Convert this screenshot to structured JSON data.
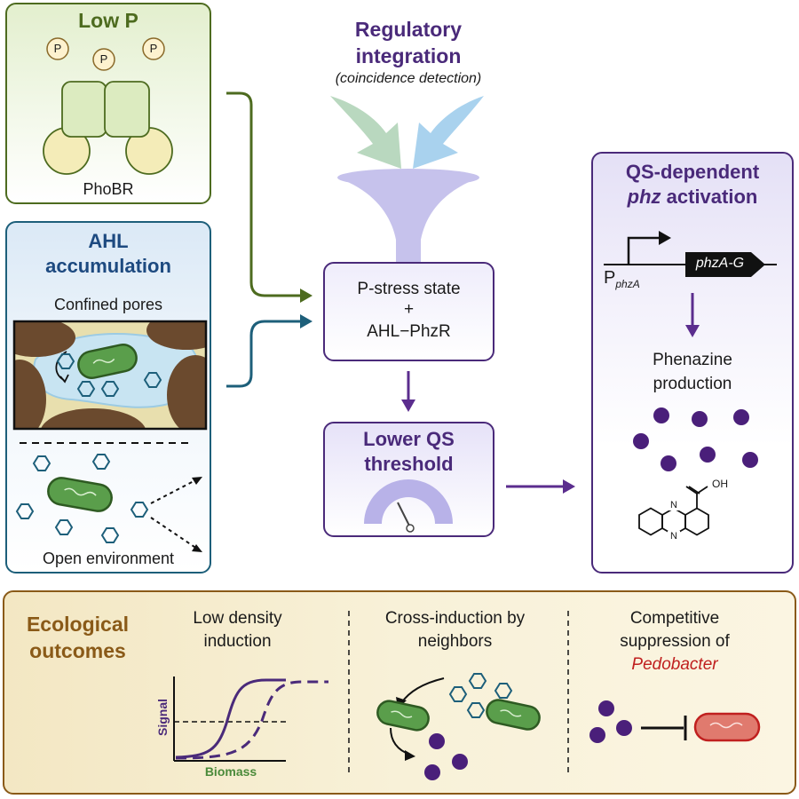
{
  "low_p": {
    "title": "Low P",
    "phosphate_label": "P",
    "receptor_label": "PhoBR"
  },
  "ahl": {
    "title_line1": "AHL",
    "title_line2": "accumulation",
    "confined_label": "Confined pores",
    "open_label": "Open environment"
  },
  "regulatory": {
    "title_line1": "Regulatory",
    "title_line2": "integration",
    "subtitle": "(coincidence detection)"
  },
  "integration_box": {
    "line1": "P-stress state",
    "plus": "+",
    "line2": "AHL−PhzR"
  },
  "threshold_box": {
    "line1": "Lower QS",
    "line2": "threshold"
  },
  "qs_panel": {
    "title_line1": "QS-dependent",
    "title_phz": "phz",
    "title_activation": " activation",
    "promoter_p": "P",
    "promoter_sub": "phzA",
    "gene_label": "phzA-G",
    "product_line1": "Phenazine",
    "product_line2": "production",
    "cooh_label": "OH",
    "ring_n": "N"
  },
  "outcomes": {
    "title_line1": "Ecological",
    "title_line2": "outcomes",
    "col1_line1": "Low density",
    "col1_line2": "induction",
    "ylabel": "Signal",
    "xlabel": "Biomass",
    "col2_line1": "Cross-induction by",
    "col2_line2": "neighbors",
    "col3_line1": "Competitive",
    "col3_line2": "suppression of",
    "col3_line3": "Pedobacter"
  },
  "colors": {
    "green_dark": "#4d6b1f",
    "blue_dark": "#1d5f7a",
    "purple": "#4a2a7a",
    "purple_mid": "#5b2d8e",
    "brown": "#8a5a18",
    "red": "#c0201f"
  }
}
